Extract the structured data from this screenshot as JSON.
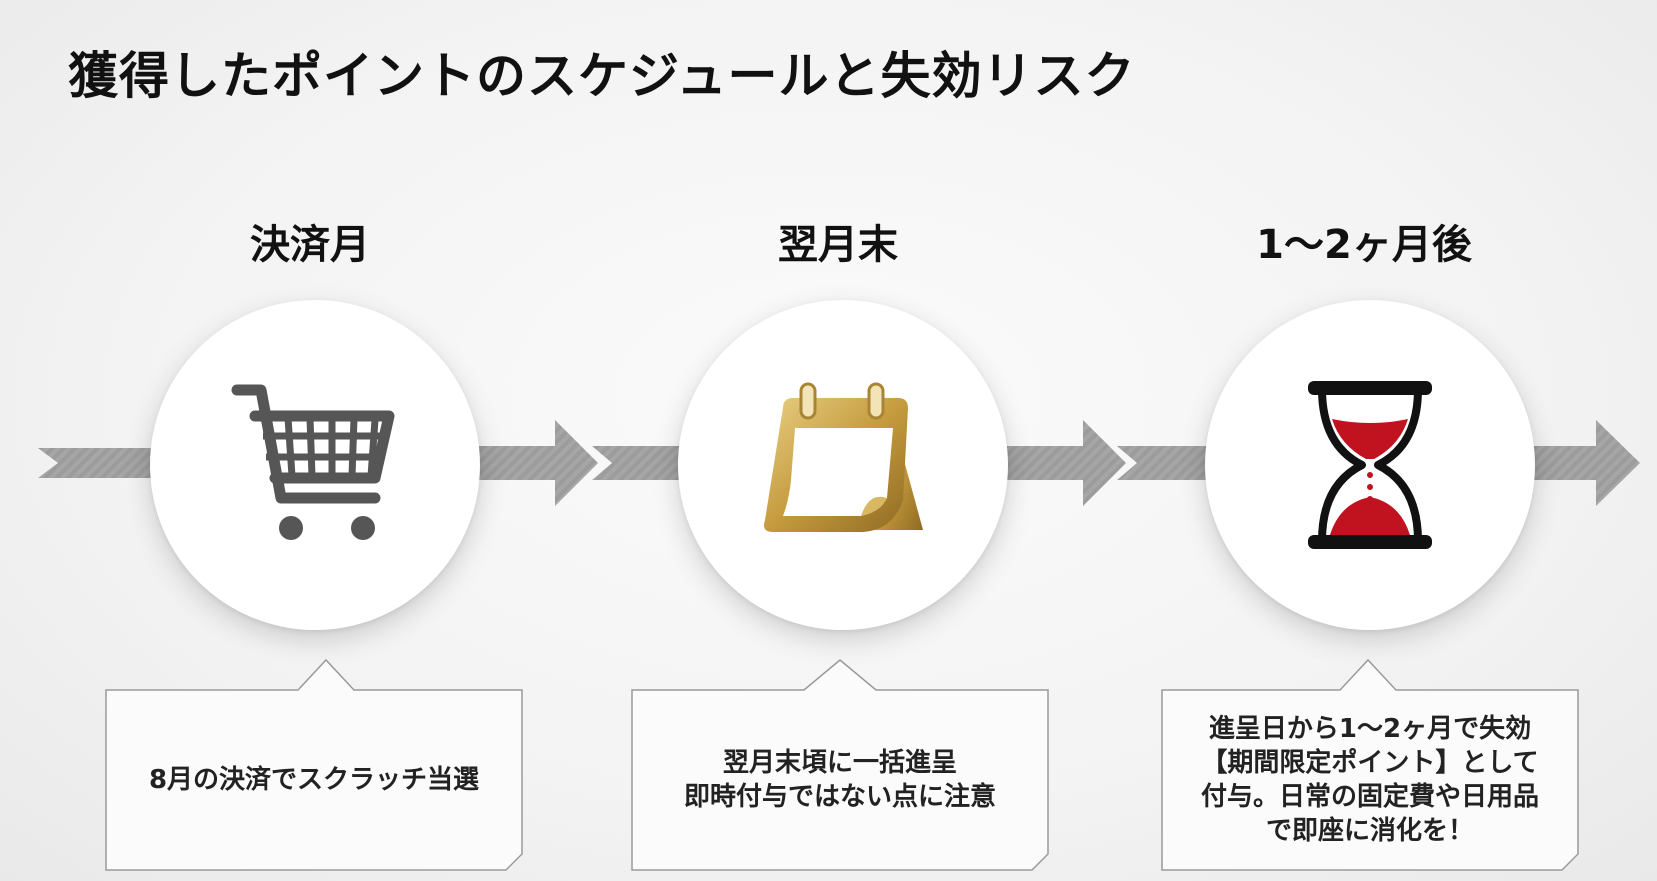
{
  "title": "獲得したポイントのスケジュールと失効リスク",
  "steps": [
    {
      "label": "決済月",
      "icon": "shopping-cart-icon",
      "lines": [
        "8月の決済でスクラッチ当選"
      ]
    },
    {
      "label": "翌月末",
      "icon": "calendar-icon",
      "lines": [
        "翌月末頃に一括進呈",
        "即時付与ではない点に注意"
      ]
    },
    {
      "label": "1〜2ヶ月後",
      "icon": "hourglass-icon",
      "lines": [
        "進呈日から1〜2ヶ月で失効",
        "【期間限定ポイント】として",
        "付与。日常の固定費や日用品",
        "で即座に消化を！"
      ]
    }
  ],
  "colors": {
    "arrow": "#a3a3a3",
    "gold": "#c9a64a",
    "hourglass_sand": "#c1121f",
    "cart": "#555555"
  }
}
